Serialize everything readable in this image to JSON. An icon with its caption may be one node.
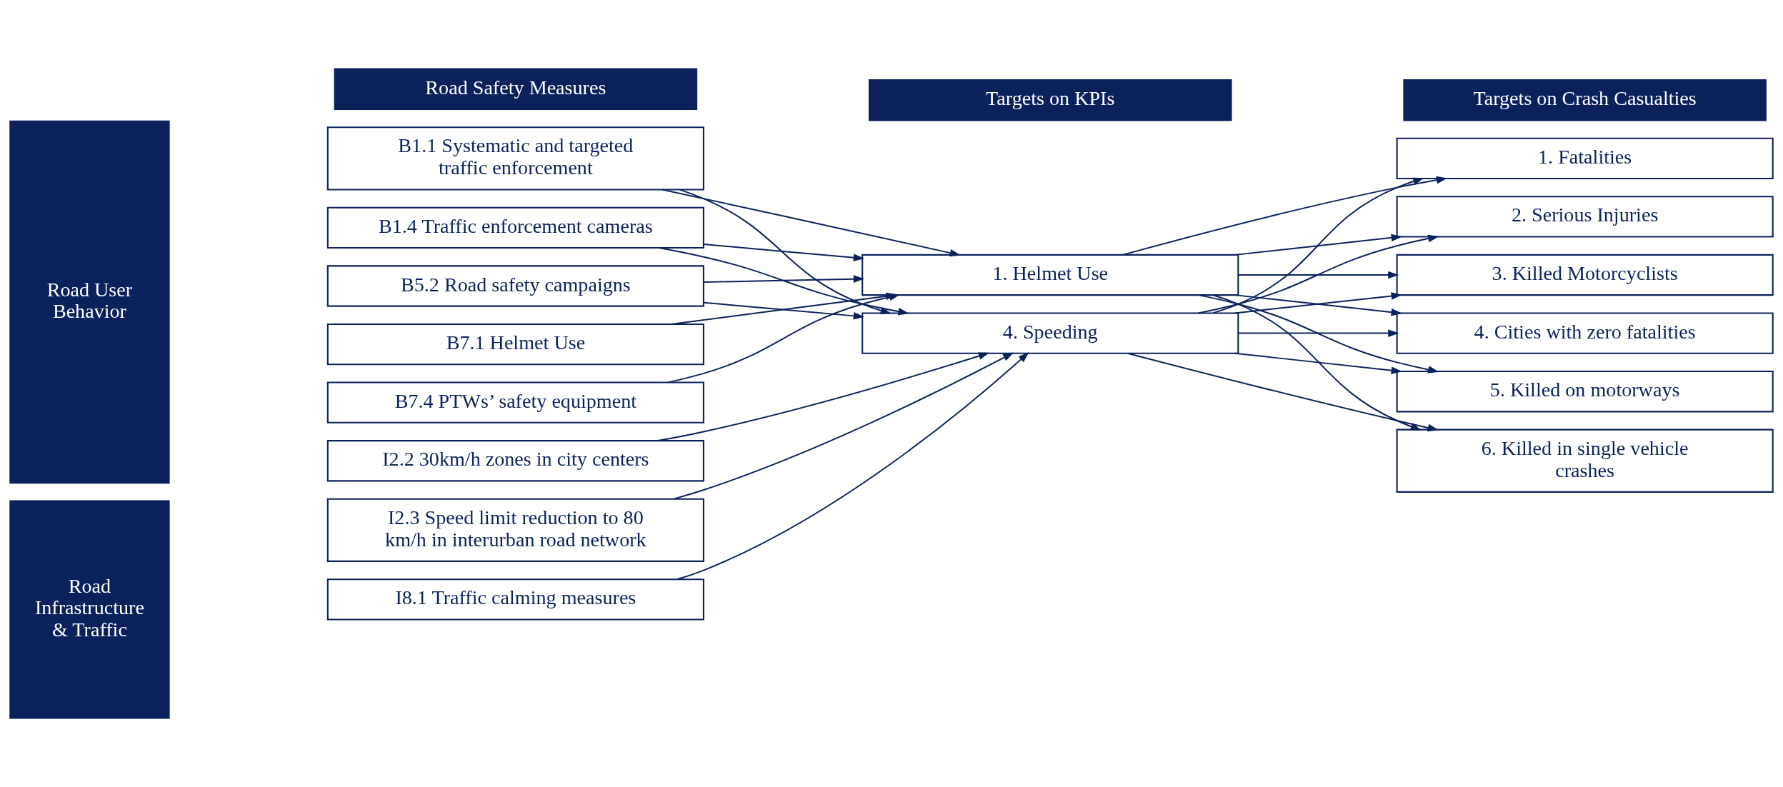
{
  "diagram": {
    "nodes": [
      {
        "text": [
          "Road Safety Measures"
        ]
      },
      {
        "text": [
          "Targets on KPIs"
        ]
      },
      {
        "text": [
          "Targets on Crash Casualties"
        ]
      },
      {
        "text": [
          "Road User Behavior"
        ]
      },
      {
        "text": [
          "B1.1 Systematic and targeted traffic enforcement"
        ]
      },
      {
        "text": [
          "B1.4 Traffic enforcement cameras"
        ]
      },
      {
        "text": [
          "B5.2 Road safety campaigns"
        ]
      },
      {
        "text": [
          "B7.1 Helmet Use"
        ]
      },
      {
        "text": [
          "B7.4 PTWs’ safety equipment"
        ]
      },
      {
        "text": [
          "Road Infrastructure & Traffic"
        ]
      },
      {
        "text": [
          "I2.2 30km/h zones in city centers"
        ]
      },
      {
        "text": [
          "I2.3 Speed limit reduction to 80 km/h in interurban road network"
        ]
      },
      {
        "text": [
          "I8.1 Traffic calming measures"
        ]
      },
      {
        "text": [
          "1. Helmet Use"
        ]
      },
      {
        "text": [
          "4. Speeding"
        ]
      },
      {
        "text": [
          "1. Fatalities"
        ]
      },
      {
        "text": [
          "2. Serious Injuries"
        ]
      },
      {
        "text": [
          "3. Killed Motorcyclists"
        ]
      },
      {
        "text": [
          "4. Cities with zero fatalities"
        ]
      },
      {
        "text": [
          "5. Killed on motorways"
        ]
      },
      {
        "text": [
          "6. Killed in single vehicle crashes"
        ]
      }
    ],
    "edges": [
      {
        "from": 4,
        "to": 13,
        "arrow": "to"
      },
      {
        "from": 4,
        "to": 14,
        "arrow": "to"
      },
      {
        "from": 5,
        "to": 13,
        "arrow": "to"
      },
      {
        "from": 5,
        "to": 14,
        "arrow": "to"
      },
      {
        "from": 6,
        "to": 13,
        "arrow": "to"
      },
      {
        "from": 6,
        "to": 14,
        "arrow": "to"
      },
      {
        "from": 7,
        "to": 13,
        "arrow": "to"
      },
      {
        "from": 8,
        "to": 13,
        "arrow": "to"
      },
      {
        "from": 10,
        "to": 14,
        "arrow": "to"
      },
      {
        "from": 11,
        "to": 14,
        "arrow": "to"
      },
      {
        "from": 12,
        "to": 14,
        "arrow": "to"
      },
      {
        "from": 13,
        "to": 15,
        "arrow": "to"
      },
      {
        "from": 13,
        "to": 16,
        "arrow": "to"
      },
      {
        "from": 13,
        "to": 17,
        "arrow": "to"
      },
      {
        "from": 13,
        "to": 18,
        "arrow": "to"
      },
      {
        "from": 13,
        "to": 19,
        "arrow": "to"
      },
      {
        "from": 13,
        "to": 20,
        "arrow": "to"
      },
      {
        "from": 14,
        "to": 15,
        "arrow": "to"
      },
      {
        "from": 14,
        "to": 16,
        "arrow": "to"
      },
      {
        "from": 14,
        "to": 17,
        "arrow": "to"
      },
      {
        "from": 14,
        "to": 18,
        "arrow": "to"
      },
      {
        "from": 14,
        "to": 19,
        "arrow": "to"
      },
      {
        "from": 14,
        "to": 20,
        "arrow": "to"
      }
    ]
  }
}
